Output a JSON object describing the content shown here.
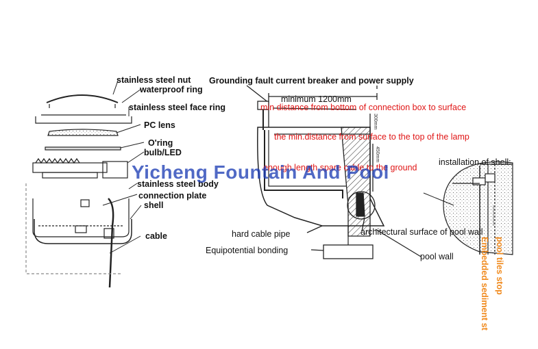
{
  "labels": {
    "nut": "stainless steel nut",
    "waterproof_ring": "waterproof ring",
    "face_ring": "stainless steel face ring",
    "pc_lens": "PC lens",
    "oring": "O'ring",
    "bulb": "bulb/LED",
    "body": "stainless steel body",
    "connection_plate": "connection plate",
    "shell": "shell",
    "cable": "cable",
    "breaker": "Grounding fault current breaker and power supply",
    "minimum": "minimum 1200mm",
    "min_distance_box": "min distance from bottom of connection box to surface",
    "min_distance_lamp": "the min.distance from surface to the top of the lamp",
    "spare_cable": "enough length spare cable to the ground",
    "installation_shell": "installation of shell:",
    "hard_cable_pipe": "hard cable pipe",
    "architectural_surface": "architectural surface of pool wall",
    "equipotential": "Equipotential bonding",
    "pool_wall": "pool wall",
    "pool_tiles_stop": "pool tiles stop",
    "embedded_sediment": "Embedded sediment st",
    "dim_300": "300mm",
    "dim_450": "450mm"
  },
  "watermark": "Yicheng Fountain And Pool",
  "colors": {
    "red_text": "#e01515",
    "orange_text": "#f08a1e",
    "watermark": "#1f3fb5",
    "line": "#222222"
  }
}
